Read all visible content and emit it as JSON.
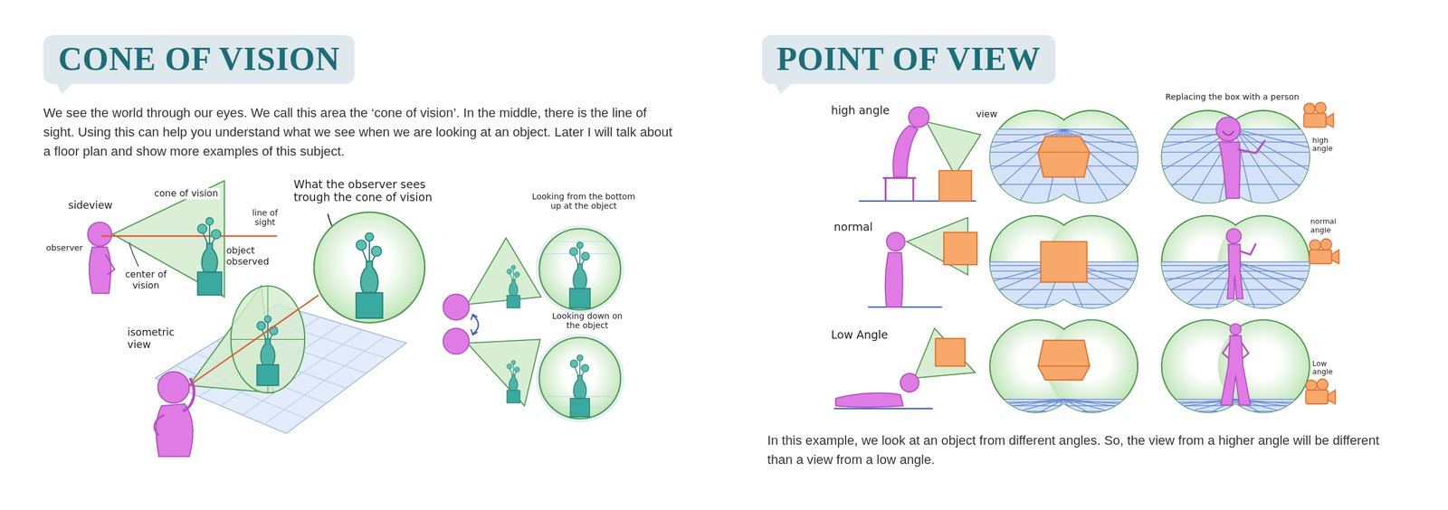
{
  "diagram": {
    "nodes": [
      {
        "text": [
          "CONE OF VISION"
        ]
      },
      {
        "text": [
          "POINT OF VIEW"
        ]
      }
    ],
    "labels": [
      "We see the world through our eyes. We call this area the ‘cone of vision’. In the middle, there is the line of sight. Using this can help you understand what we see when we are looking at an object. Later I will talk about a floor plan and show more examples of this subject.",
      "sideview",
      "cone of vision",
      "line of sight",
      "observer",
      "center of vision",
      "object observed",
      "isometric view",
      "What the observer sees trough the cone of vision",
      "Looking from the bottom up at the object",
      "Looking down on the object",
      "high angle",
      "view",
      "Replacing the box with a person",
      "high angle",
      "normal",
      "normal angle",
      "Low Angle",
      "Low angle"
    ],
    "caption": "In this example, we look at an object from different angles. So, the view from a higher angle will be different than a view from a low angle."
  }
}
